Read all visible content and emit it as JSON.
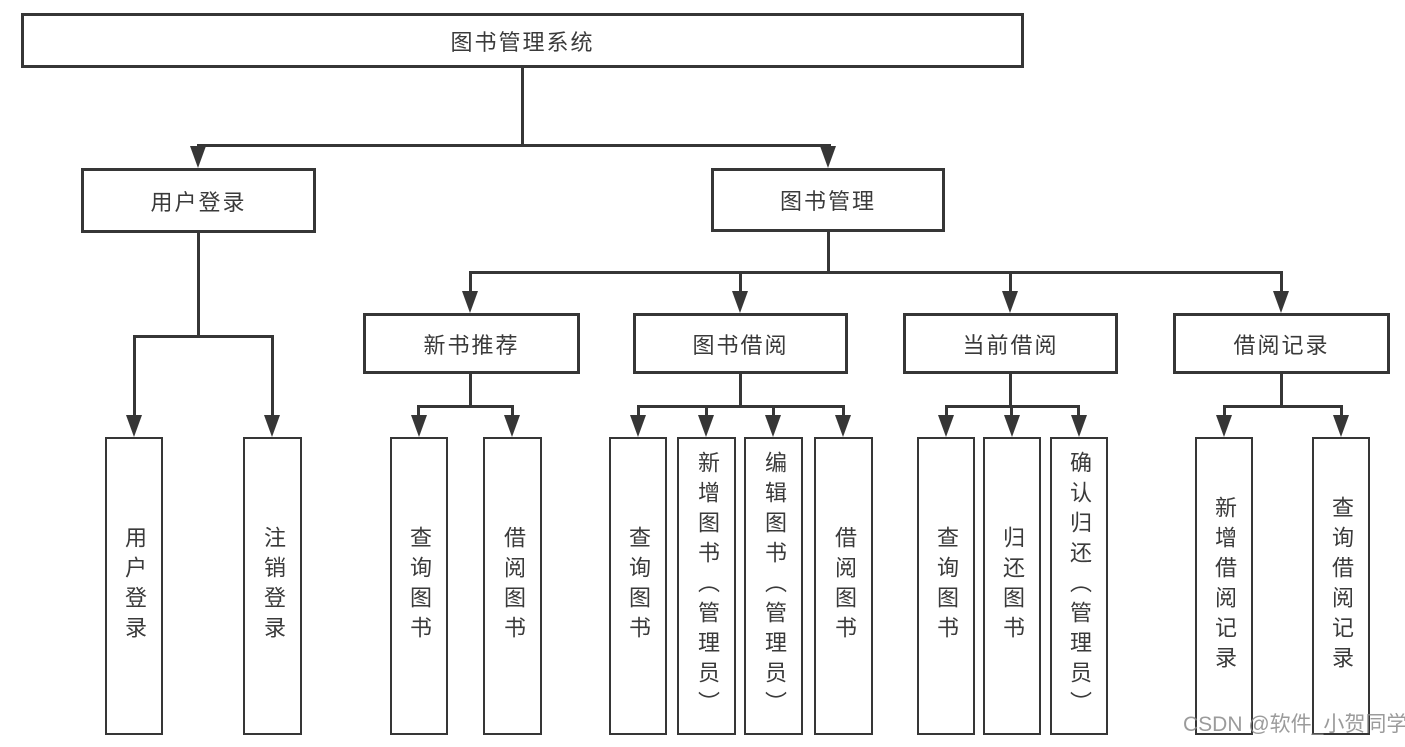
{
  "diagram": {
    "root": "图书管理系统",
    "branches": [
      {
        "label": "用户登录",
        "children": [
          "用户登录",
          "注销登录"
        ]
      },
      {
        "label": "图书管理",
        "children": [
          {
            "label": "新书推荐",
            "children": [
              "查询图书",
              "借阅图书"
            ]
          },
          {
            "label": "图书借阅",
            "children": [
              "查询图书",
              "新增图书（管理员）",
              "编辑图书（管理员）",
              "借阅图书"
            ]
          },
          {
            "label": "当前借阅",
            "children": [
              "查询图书",
              "归还图书",
              "确认归还（管理员）"
            ]
          },
          {
            "label": "借阅记录",
            "children": [
              "新增借阅记录",
              "查询借阅记录"
            ]
          }
        ]
      }
    ]
  },
  "watermark": {
    "text": "CSDN @软件_小贺同学"
  },
  "colors": {
    "line": "#363636",
    "box_border": "#363636",
    "text": "#3a3a3a",
    "background": "#ffffff",
    "watermark": "#8a8a8a"
  }
}
